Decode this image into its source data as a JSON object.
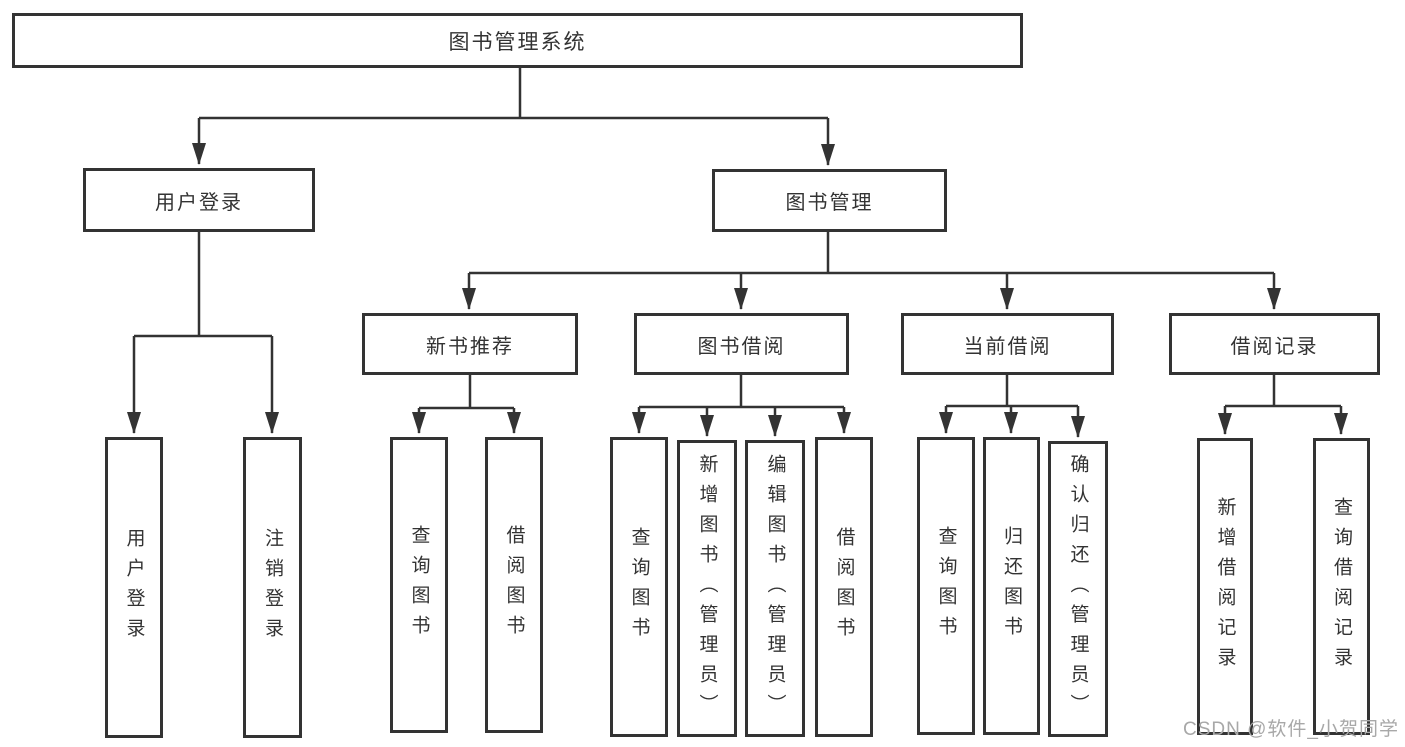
{
  "tree": {
    "root": "图书管理系统",
    "branches": [
      {
        "label": "用户登录",
        "leaves": [
          "用户登录",
          "注销登录"
        ]
      },
      {
        "label": "图书管理",
        "groups": [
          {
            "label": "新书推荐",
            "leaves": [
              "查询图书",
              "借阅图书"
            ]
          },
          {
            "label": "图书借阅",
            "leaves": [
              "查询图书",
              "新增图书（管理员）",
              "编辑图书（管理员）",
              "借阅图书"
            ]
          },
          {
            "label": "当前借阅",
            "leaves": [
              "查询图书",
              "归还图书",
              "确认归还（管理员）"
            ]
          },
          {
            "label": "借阅记录",
            "leaves": [
              "新增借阅记录",
              "查询借阅记录"
            ]
          }
        ]
      }
    ]
  },
  "watermark": "CSDN @软件_小贺同学",
  "colors": {
    "line": "#333333",
    "box_border": "#333333",
    "text": "#333333",
    "background": "#ffffff",
    "watermark": "#a8a8a8"
  }
}
